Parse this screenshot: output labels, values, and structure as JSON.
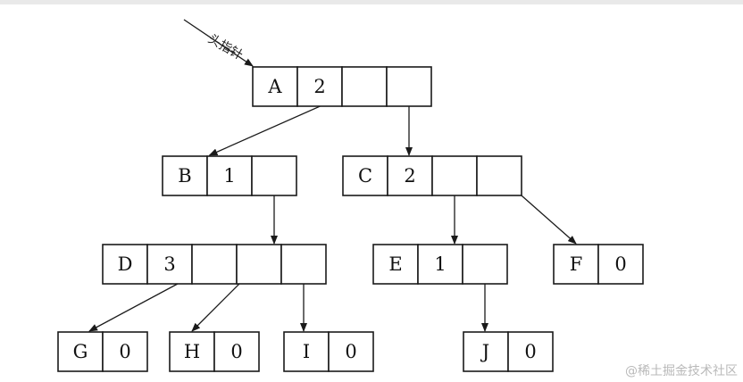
{
  "diagram": {
    "head_pointer_label": "头指针",
    "watermark": "@稀土掘金技术社区",
    "accent_colors": {
      "line": "#1a1a1a",
      "watermark": "#b9b9b9"
    },
    "nodes": [
      {
        "id": "A",
        "label": "A",
        "degree": "2",
        "child_slots": 2
      },
      {
        "id": "B",
        "label": "B",
        "degree": "1",
        "child_slots": 1
      },
      {
        "id": "C",
        "label": "C",
        "degree": "2",
        "child_slots": 2
      },
      {
        "id": "D",
        "label": "D",
        "degree": "3",
        "child_slots": 3
      },
      {
        "id": "E",
        "label": "E",
        "degree": "1",
        "child_slots": 1
      },
      {
        "id": "F",
        "label": "F",
        "degree": "0",
        "child_slots": 0
      },
      {
        "id": "G",
        "label": "G",
        "degree": "0",
        "child_slots": 0
      },
      {
        "id": "H",
        "label": "H",
        "degree": "0",
        "child_slots": 0
      },
      {
        "id": "I",
        "label": "I",
        "degree": "0",
        "child_slots": 0
      },
      {
        "id": "J",
        "label": "J",
        "degree": "0",
        "child_slots": 0
      }
    ],
    "edges": [
      {
        "from": "A",
        "slot": 0,
        "to": "B"
      },
      {
        "from": "A",
        "slot": 1,
        "to": "C"
      },
      {
        "from": "B",
        "slot": 0,
        "to": "D"
      },
      {
        "from": "C",
        "slot": 0,
        "to": "E"
      },
      {
        "from": "C",
        "slot": 1,
        "to": "F"
      },
      {
        "from": "D",
        "slot": 0,
        "to": "G"
      },
      {
        "from": "D",
        "slot": 1,
        "to": "H"
      },
      {
        "from": "D",
        "slot": 2,
        "to": "I"
      },
      {
        "from": "E",
        "slot": 0,
        "to": "J"
      }
    ]
  }
}
